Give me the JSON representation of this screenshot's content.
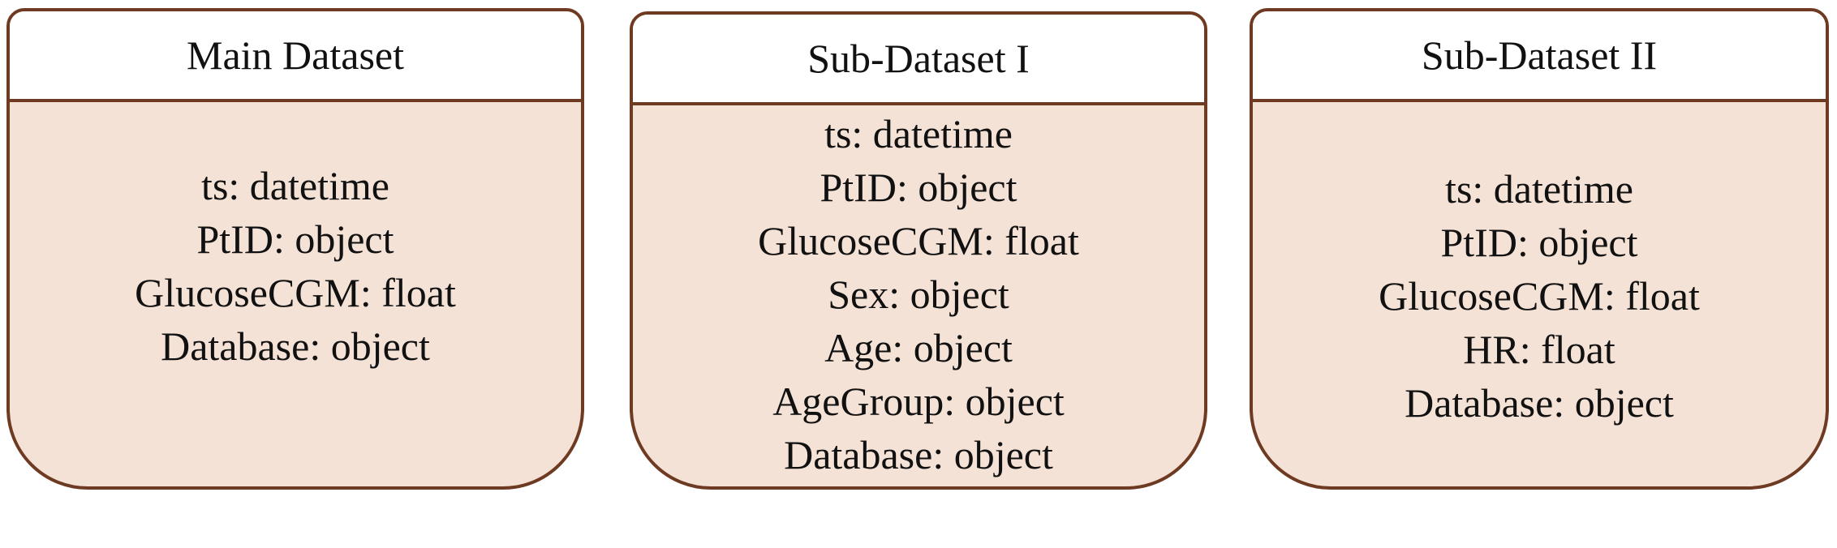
{
  "datasets": [
    {
      "title": "Main Dataset",
      "fields": [
        "ts: datetime",
        "PtID: object",
        "GlucoseCGM: float",
        "Database: object"
      ]
    },
    {
      "title": "Sub-Dataset I",
      "fields": [
        "ts: datetime",
        "PtID: object",
        "GlucoseCGM: float",
        "Sex: object",
        "Age: object",
        "AgeGroup: object",
        "Database: object"
      ]
    },
    {
      "title": "Sub-Dataset II",
      "fields": [
        "ts: datetime",
        "PtID: object",
        "GlucoseCGM: float",
        "HR: float",
        "Database: object"
      ]
    }
  ],
  "colors": {
    "border": "#6e3b22",
    "body_fill": "#f5e2d6",
    "header_fill": "#ffffff"
  }
}
